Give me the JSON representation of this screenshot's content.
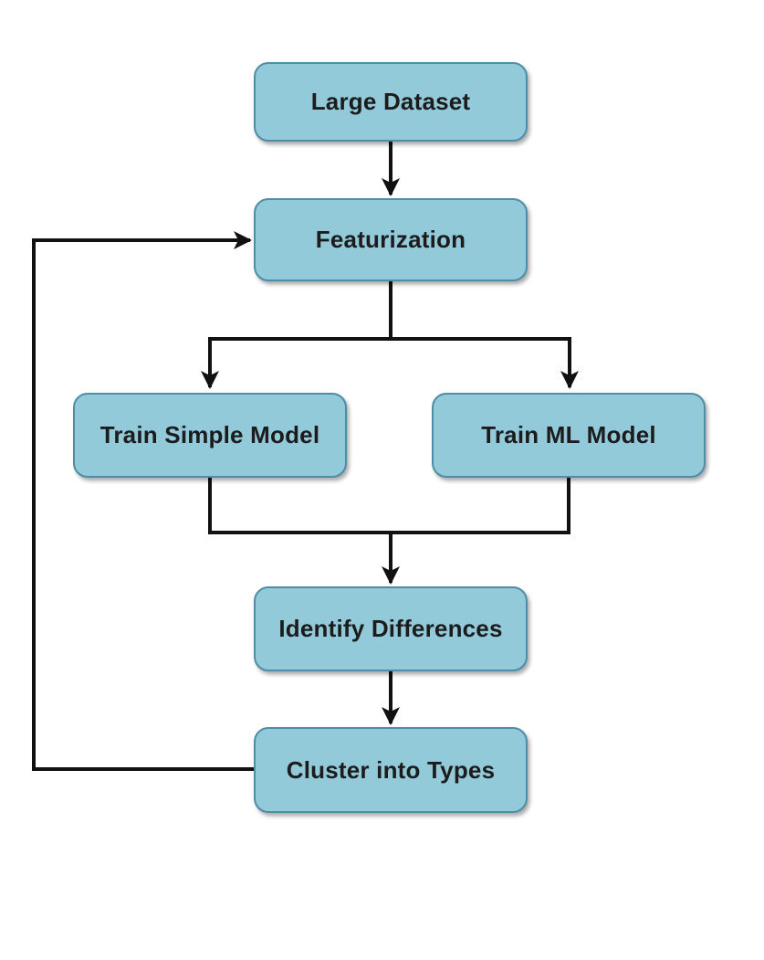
{
  "diagram": {
    "type": "flowchart",
    "nodes": [
      {
        "id": "large-dataset",
        "label": "Large Dataset"
      },
      {
        "id": "featurization",
        "label": "Featurization"
      },
      {
        "id": "train-simple-model",
        "label": "Train Simple Model"
      },
      {
        "id": "train-ml-model",
        "label": "Train ML Model"
      },
      {
        "id": "identify-differences",
        "label": "Identify Differences"
      },
      {
        "id": "cluster-into-types",
        "label": "Cluster into Types"
      }
    ],
    "edges": [
      {
        "from": "large-dataset",
        "to": "featurization",
        "kind": "forward"
      },
      {
        "from": "featurization",
        "to": "train-simple-model",
        "kind": "branch"
      },
      {
        "from": "featurization",
        "to": "train-ml-model",
        "kind": "branch"
      },
      {
        "from": "train-simple-model",
        "to": "identify-differences",
        "kind": "merge"
      },
      {
        "from": "train-ml-model",
        "to": "identify-differences",
        "kind": "merge"
      },
      {
        "from": "identify-differences",
        "to": "cluster-into-types",
        "kind": "forward"
      },
      {
        "from": "cluster-into-types",
        "to": "featurization",
        "kind": "feedback-loop"
      }
    ],
    "colors": {
      "node_fill": "#93cada",
      "node_border": "#4d8da6",
      "node_text": "#1c1c1c",
      "connector": "#111111",
      "background": "#ffffff"
    }
  }
}
